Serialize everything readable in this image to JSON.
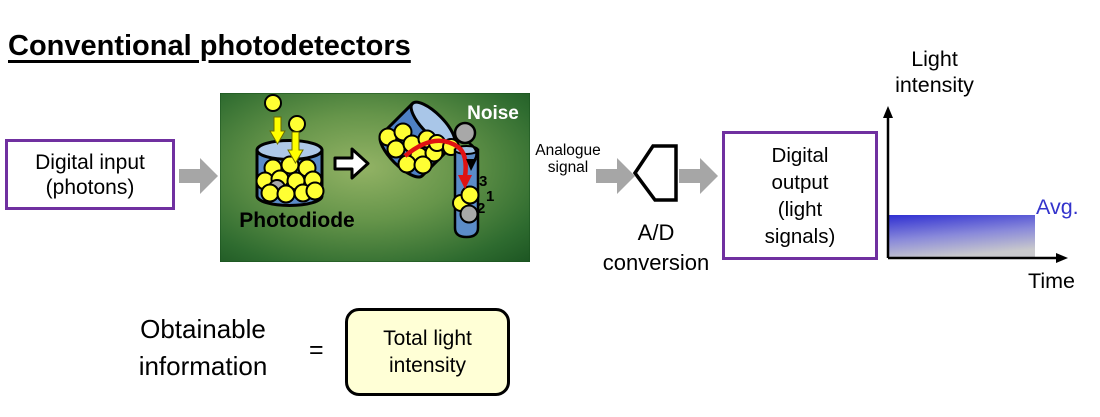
{
  "title": "Conventional photodetectors",
  "flow": {
    "input_box": {
      "line1": "Digital input",
      "line2": "(photons)"
    },
    "photodiode_panel": {
      "label": "Photodiode",
      "noise_label": "Noise",
      "tube_numbers": [
        "3",
        "1",
        "2"
      ]
    },
    "analogue_signal": {
      "line1": "Analogue",
      "line2": "signal"
    },
    "ad_conversion": {
      "line1": "A/D",
      "line2": "conversion"
    },
    "output_box": {
      "line1": "Digital",
      "line2": "output",
      "line3": "(light",
      "line4": "signals)"
    }
  },
  "chart": {
    "y_label": {
      "line1": "Light",
      "line2": "intensity"
    },
    "x_label": "Time",
    "avg_label": "Avg."
  },
  "summary": {
    "lhs": {
      "line1": "Obtainable",
      "line2": "information"
    },
    "equals": "=",
    "rhs": {
      "line1": "Total light",
      "line2": "intensity"
    }
  },
  "colors": {
    "box_border_purple": "#7030A0",
    "flow_arrow_gray": "#A6A6A6",
    "panel_green_light": "#93B365",
    "panel_green_dark": "#1C5522",
    "bucket_blue": "#5B8CC8",
    "bucket_blue_light": "#ADC8E8",
    "photon_yellow": "#FFFF33",
    "noise_gray": "#A8A8A8",
    "signal_red": "#E01212",
    "avg_blue": "#3333CC",
    "summary_fill": "#FFFFD6"
  }
}
